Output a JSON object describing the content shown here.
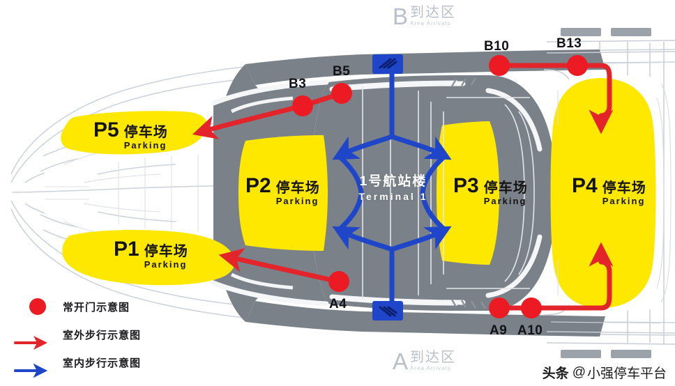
{
  "map": {
    "title_cn": "1号航站楼",
    "title_en": "Terminal 1",
    "colors": {
      "parking_fill": "#ffe800",
      "terminal_fill": "#7a8189",
      "outdoor_route": "#e3242b",
      "indoor_route": "#1f46c8",
      "gate_dot": "#ec1b23",
      "background": "#ffffff",
      "roadmap_line": "#c9ced6"
    },
    "parking_lots": [
      {
        "code": "P1",
        "name_cn": "停车场",
        "name_en": "Parking"
      },
      {
        "code": "P2",
        "name_cn": "停车场",
        "name_en": "Parking"
      },
      {
        "code": "P3",
        "name_cn": "停车场",
        "name_en": "Parking"
      },
      {
        "code": "P4",
        "name_cn": "停车场",
        "name_en": "Parking"
      },
      {
        "code": "P5",
        "name_cn": "停车场",
        "name_en": "Parking"
      }
    ],
    "gates": [
      {
        "code": "B3"
      },
      {
        "code": "B5"
      },
      {
        "code": "B10"
      },
      {
        "code": "B13"
      },
      {
        "code": "A4"
      },
      {
        "code": "A9"
      },
      {
        "code": "A10"
      }
    ],
    "areas": [
      {
        "letter": "B",
        "name_cn": "到达区",
        "name_en": "Area  Arrivals"
      },
      {
        "letter": "A",
        "name_cn": "到达区",
        "name_en": "Area  Arrivals"
      }
    ]
  },
  "legend": {
    "items": [
      {
        "symbol": "red-dot",
        "label": "常开门示意图"
      },
      {
        "symbol": "red-arrow",
        "label": "室外步行示意图"
      },
      {
        "symbol": "blue-arrow",
        "label": "室内步行示意图"
      }
    ]
  },
  "watermark": {
    "brand": "头条",
    "at": "@",
    "account": "小强停车平台"
  }
}
